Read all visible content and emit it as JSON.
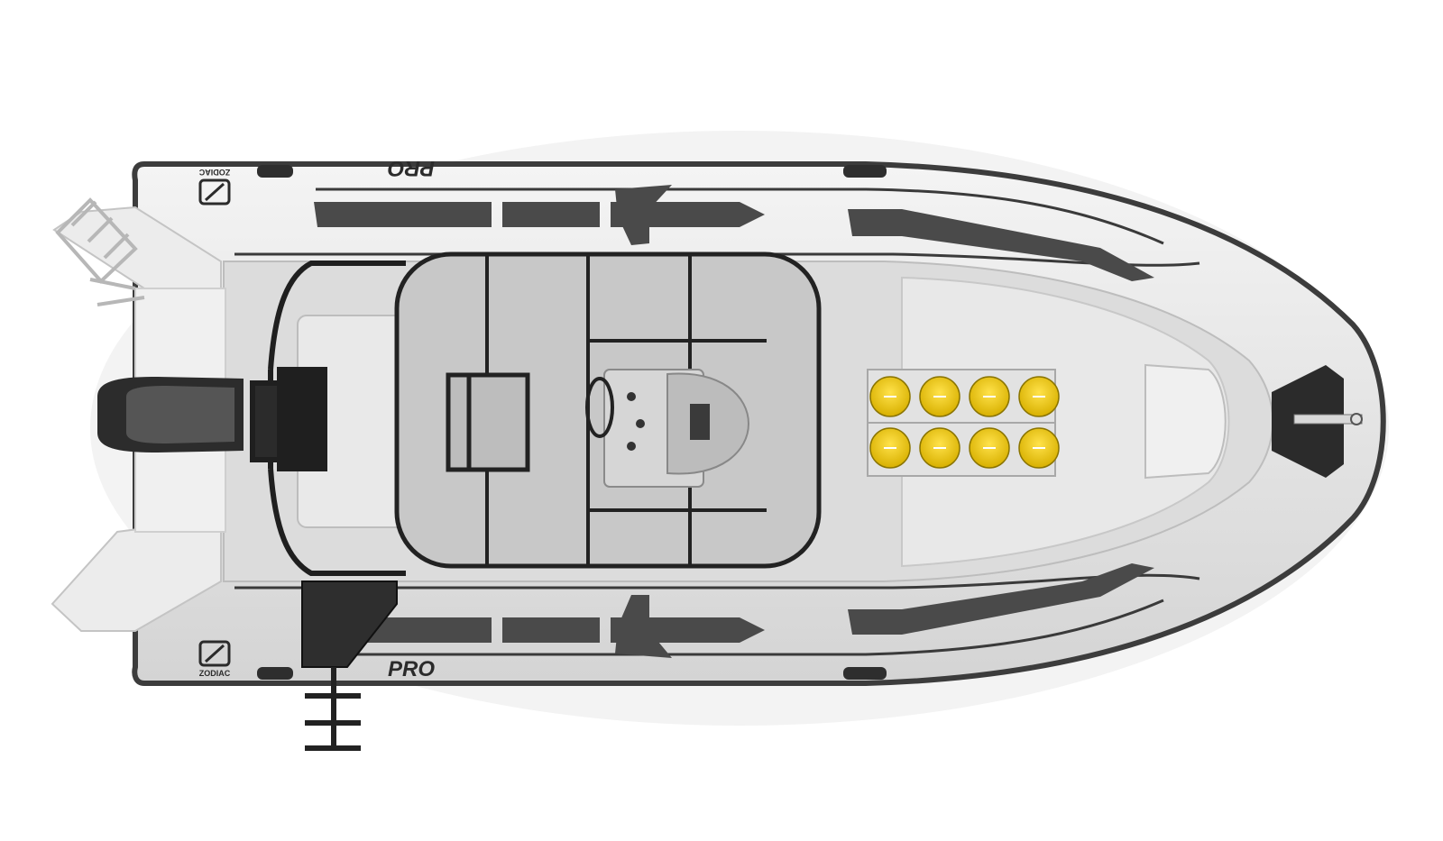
{
  "image": {
    "subject": "Top view of a Zodiac Pro rigid inflatable boat",
    "brand_text_port": "ZODIAC",
    "brand_text_starboard": "ZODIAC",
    "model_text_port": "PRO",
    "model_text_starboard": "PRO"
  },
  "colors": {
    "background": "#ffffff",
    "tube": "#e6e6e6",
    "tube_edge": "#3c3c3c",
    "deck": "#d9d9d9",
    "stripe": "#4a4a4a",
    "frame": "#1f1f1f",
    "roof": "#c9c9c9",
    "tank": "#f2cc0c"
  },
  "icons": {
    "logo_port": "zodiac-logo-icon",
    "logo_starboard": "zodiac-logo-icon"
  }
}
